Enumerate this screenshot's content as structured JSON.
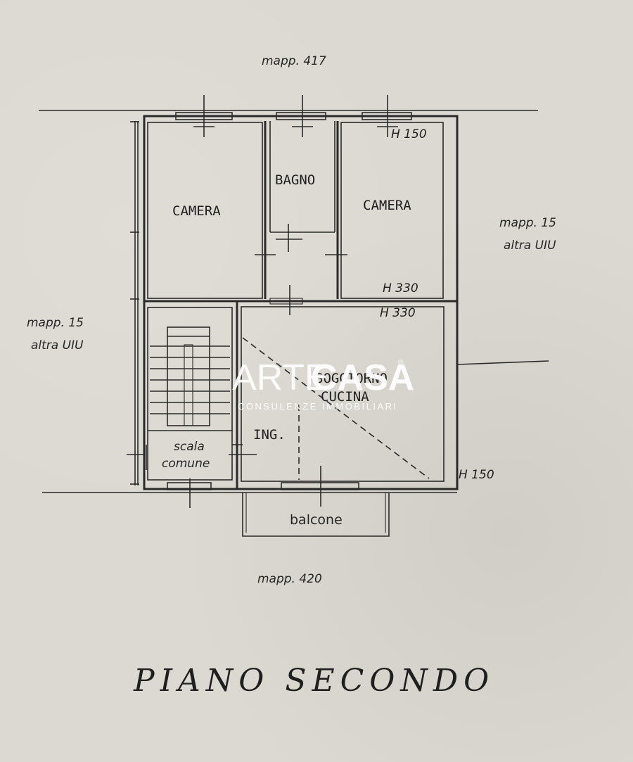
{
  "plan": {
    "neighbors": {
      "north": "mapp. 417",
      "south": "mapp. 420",
      "east_line1": "mapp. 15",
      "east_line2": "altra UIU",
      "west_line1": "mapp. 15",
      "west_line2": "altra UIU"
    },
    "rooms": {
      "camera_left": "CAMERA",
      "bagno": "BAGNO",
      "camera_right": "CAMERA",
      "soggiorno_line1": "SOGGIORNO",
      "soggiorno_line2": "CUCINA",
      "ingresso": "ING.",
      "scala_line1": "scala",
      "scala_line2": "comune",
      "balcone": "balcone"
    },
    "heights": {
      "top_right": "H 150",
      "camera_bottom": "H 330",
      "soggiorno_top": "H 330",
      "outer_right": "H 150"
    },
    "title": "PIANO SECONDO"
  },
  "watermark": {
    "brand_light": "ARTE",
    "brand_bold": "CASA",
    "registered": "®",
    "subtitle": "CONSULENZE IMMOBILIARI"
  }
}
